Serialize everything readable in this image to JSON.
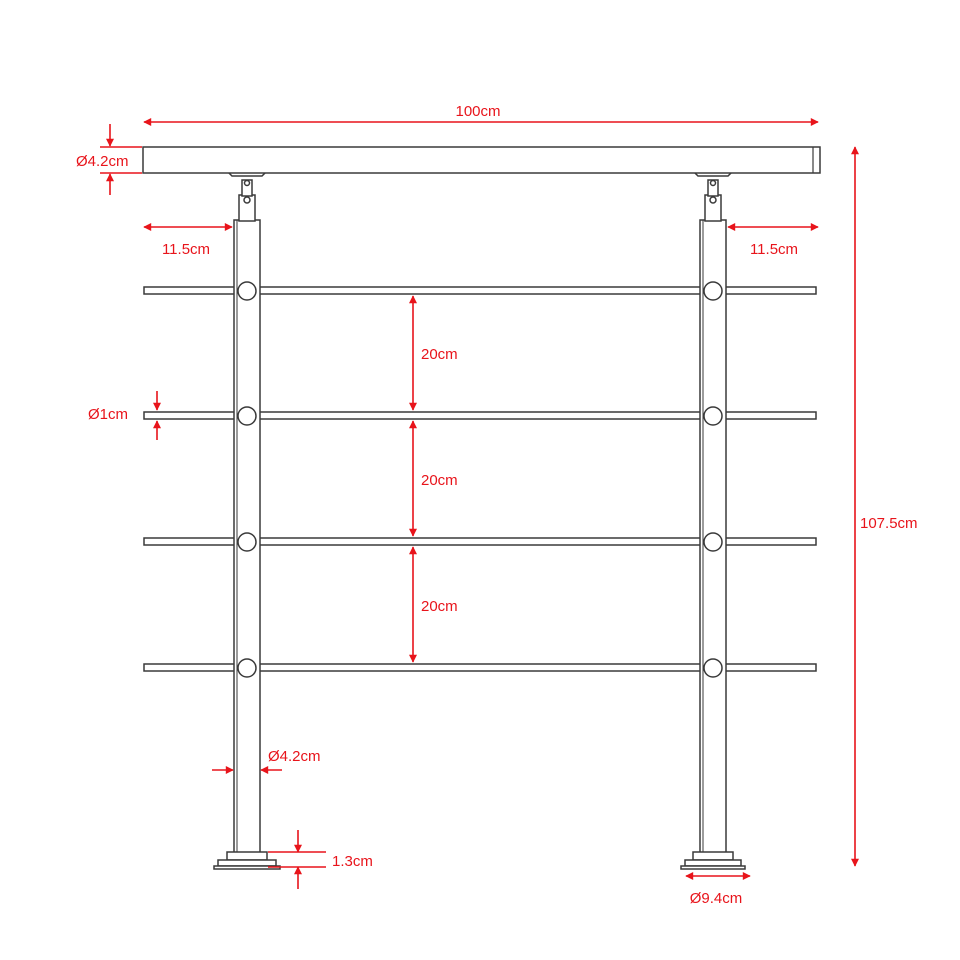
{
  "colors": {
    "dimension": "#e8141b",
    "outline": "#3a3a3a",
    "background": "#ffffff"
  },
  "labels": {
    "handrail_length": "100cm",
    "handrail_diameter": "Ø4.2cm",
    "overhang_left": "11.5cm",
    "overhang_right": "11.5cm",
    "rod_spacing_1": "20cm",
    "rod_spacing_2": "20cm",
    "rod_spacing_3": "20cm",
    "rod_diameter": "Ø1cm",
    "total_height": "107.5cm",
    "post_diameter": "Ø4.2cm",
    "base_thickness": "1.3cm",
    "base_diameter": "Ø9.4cm"
  }
}
